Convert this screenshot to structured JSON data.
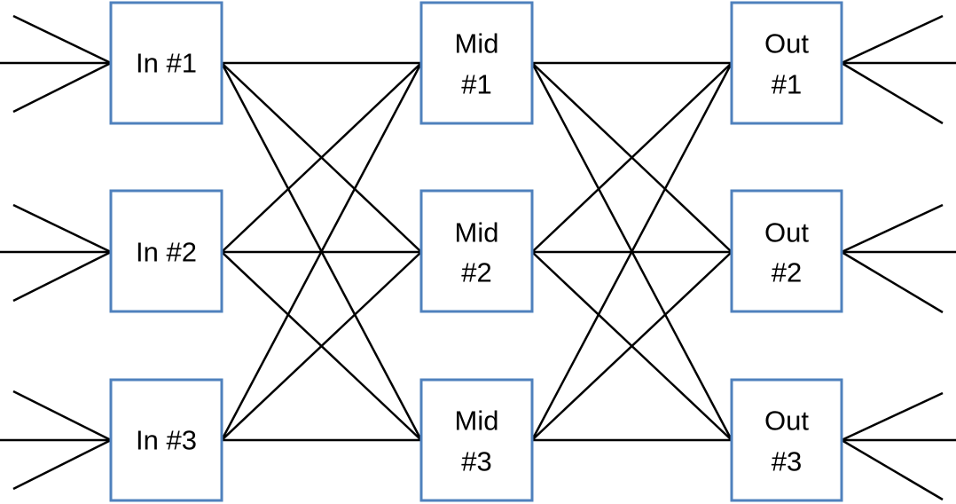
{
  "diagram": {
    "stroke_color": "#4f81bd",
    "line_color": "#000000",
    "inputs": [
      {
        "label_line1": "In #1",
        "label_line2": ""
      },
      {
        "label_line1": "In #2",
        "label_line2": ""
      },
      {
        "label_line1": "In #3",
        "label_line2": ""
      }
    ],
    "mids": [
      {
        "label_line1": "Mid",
        "label_line2": "#1"
      },
      {
        "label_line1": "Mid",
        "label_line2": "#2"
      },
      {
        "label_line1": "Mid",
        "label_line2": "#3"
      }
    ],
    "outputs": [
      {
        "label_line1": "Out",
        "label_line2": "#1"
      },
      {
        "label_line1": "Out",
        "label_line2": "#2"
      },
      {
        "label_line1": "Out",
        "label_line2": "#3"
      }
    ]
  }
}
